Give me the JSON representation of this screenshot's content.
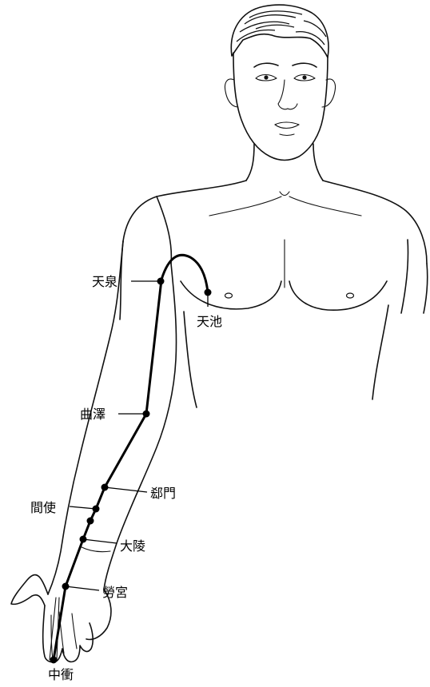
{
  "figure": {
    "line_color": "#000000",
    "background": "#ffffff",
    "acupoints": [
      {
        "label": "天池"
      },
      {
        "label": "天泉"
      },
      {
        "label": "曲澤"
      },
      {
        "label": "郄門"
      },
      {
        "label": "間使"
      },
      {
        "label": "大陵"
      },
      {
        "label": "勞宮"
      },
      {
        "label": "中衝"
      }
    ]
  }
}
